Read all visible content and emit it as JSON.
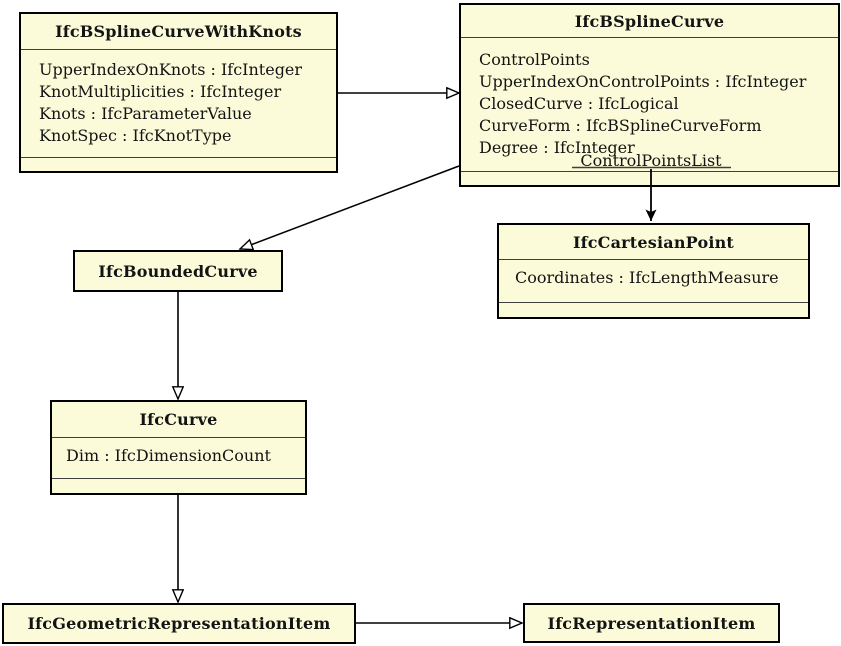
{
  "diagram": {
    "kind": "uml-class-diagram",
    "colors": {
      "box_fill": "#FBFBD9",
      "box_border": "#000000",
      "line": "#000000",
      "background": "#FFFFFF"
    }
  },
  "classes": {
    "bspline_curve_with_knots": {
      "title": "IfcBSplineCurveWithKnots",
      "attributes": [
        "UpperIndexOnKnots : IfcInteger",
        "KnotMultiplicities : IfcInteger",
        "Knots : IfcParameterValue",
        "KnotSpec : IfcKnotType"
      ]
    },
    "bspline_curve": {
      "title": "IfcBSplineCurve",
      "attributes": [
        "ControlPoints",
        "UpperIndexOnControlPoints : IfcInteger",
        "ClosedCurve : IfcLogical",
        "CurveForm : IfcBSplineCurveForm",
        "Degree : IfcInteger"
      ]
    },
    "cartesian_point": {
      "title": "IfcCartesianPoint",
      "attributes": [
        "Coordinates : IfcLengthMeasure"
      ]
    },
    "bounded_curve": {
      "title": "IfcBoundedCurve"
    },
    "curve": {
      "title": "IfcCurve",
      "attributes": [
        "Dim : IfcDimensionCount"
      ]
    },
    "geometric_representation_item": {
      "title": "IfcGeometricRepresentationItem"
    },
    "representation_item": {
      "title": "IfcRepresentationItem"
    }
  },
  "labels": {
    "control_points_list": "ControlPointsList"
  }
}
